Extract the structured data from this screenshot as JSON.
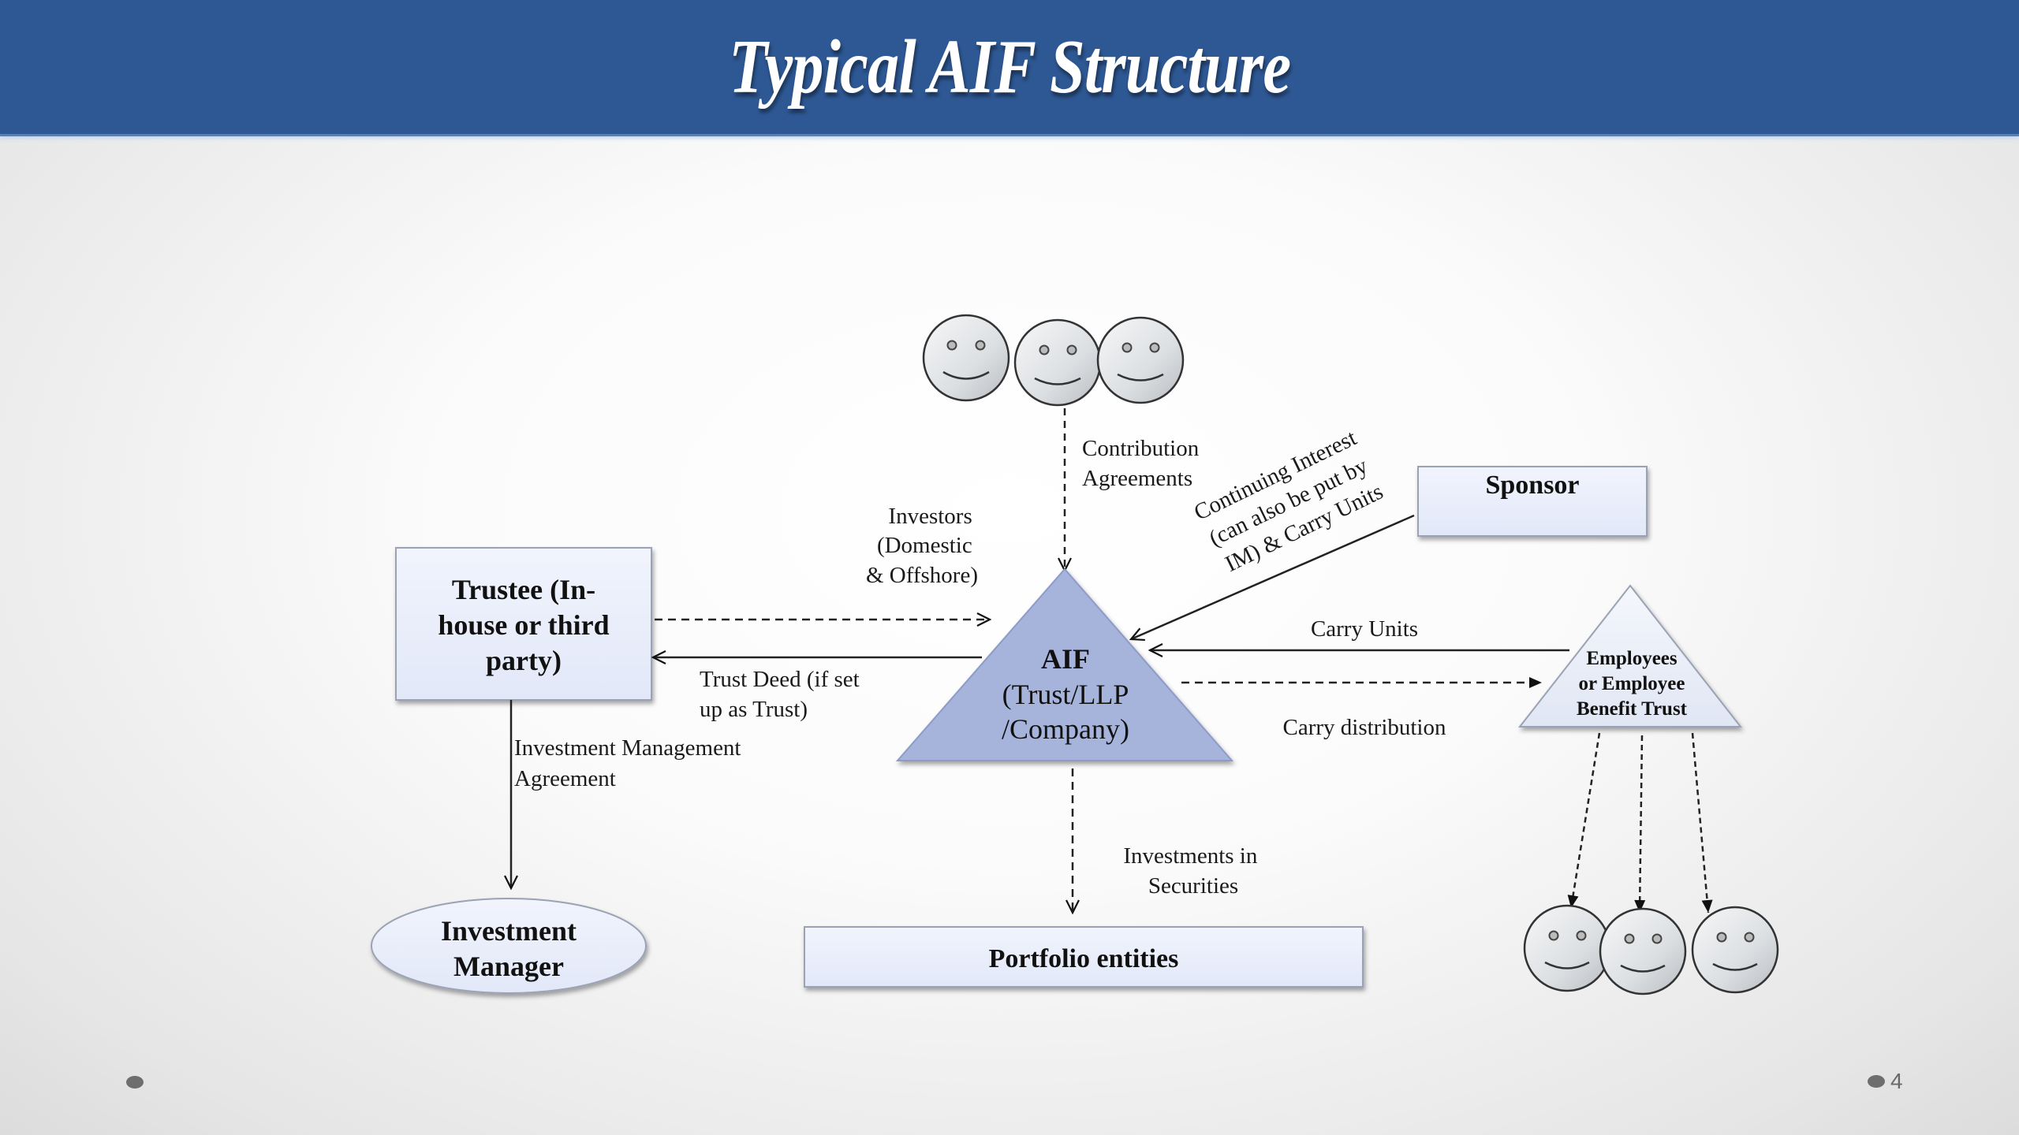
{
  "slide": {
    "title": "Typical AIF Structure",
    "page_number": "4",
    "colors": {
      "header": "#2e5894",
      "aif_fill": "#a6b4dc",
      "box_fill": "#e9eefb"
    }
  },
  "nodes": {
    "investors_group": {
      "icon": "smiley-face-icon",
      "count": 3
    },
    "aif": {
      "title": "AIF",
      "line2": "(Trust/LLP",
      "line3": "/Company)"
    },
    "trustee": {
      "line1": "Trustee (In-",
      "line2": "house or third",
      "line3": "party)"
    },
    "sponsor": {
      "label": "Sponsor"
    },
    "employees": {
      "line1": "Employees",
      "line2": "or Employee",
      "line3": "Benefit Trust"
    },
    "investment_manager": {
      "line1": "Investment",
      "line2": "Manager"
    },
    "portfolio": {
      "label": "Portfolio entities"
    },
    "employees_group": {
      "icon": "smiley-face-icon",
      "count": 3
    }
  },
  "edges": {
    "contribution": {
      "line1": "Contribution",
      "line2": "Agreements"
    },
    "investors": {
      "line1": "Investors",
      "line2": "(Domestic",
      "line3": "& Offshore)"
    },
    "trust_deed": {
      "line1": "Trust Deed (if set",
      "line2": "up as Trust)"
    },
    "continuing_interest": {
      "line1": "Continuing Interest",
      "line2": "(can also be put by",
      "line3": "IM) & Carry Units"
    },
    "carry_units": {
      "label": "Carry Units"
    },
    "carry_distribution": {
      "label": "Carry distribution"
    },
    "ima": {
      "line1": "Investment Management",
      "line2": "Agreement"
    },
    "investments": {
      "line1": "Investments in",
      "line2": "Securities"
    }
  }
}
